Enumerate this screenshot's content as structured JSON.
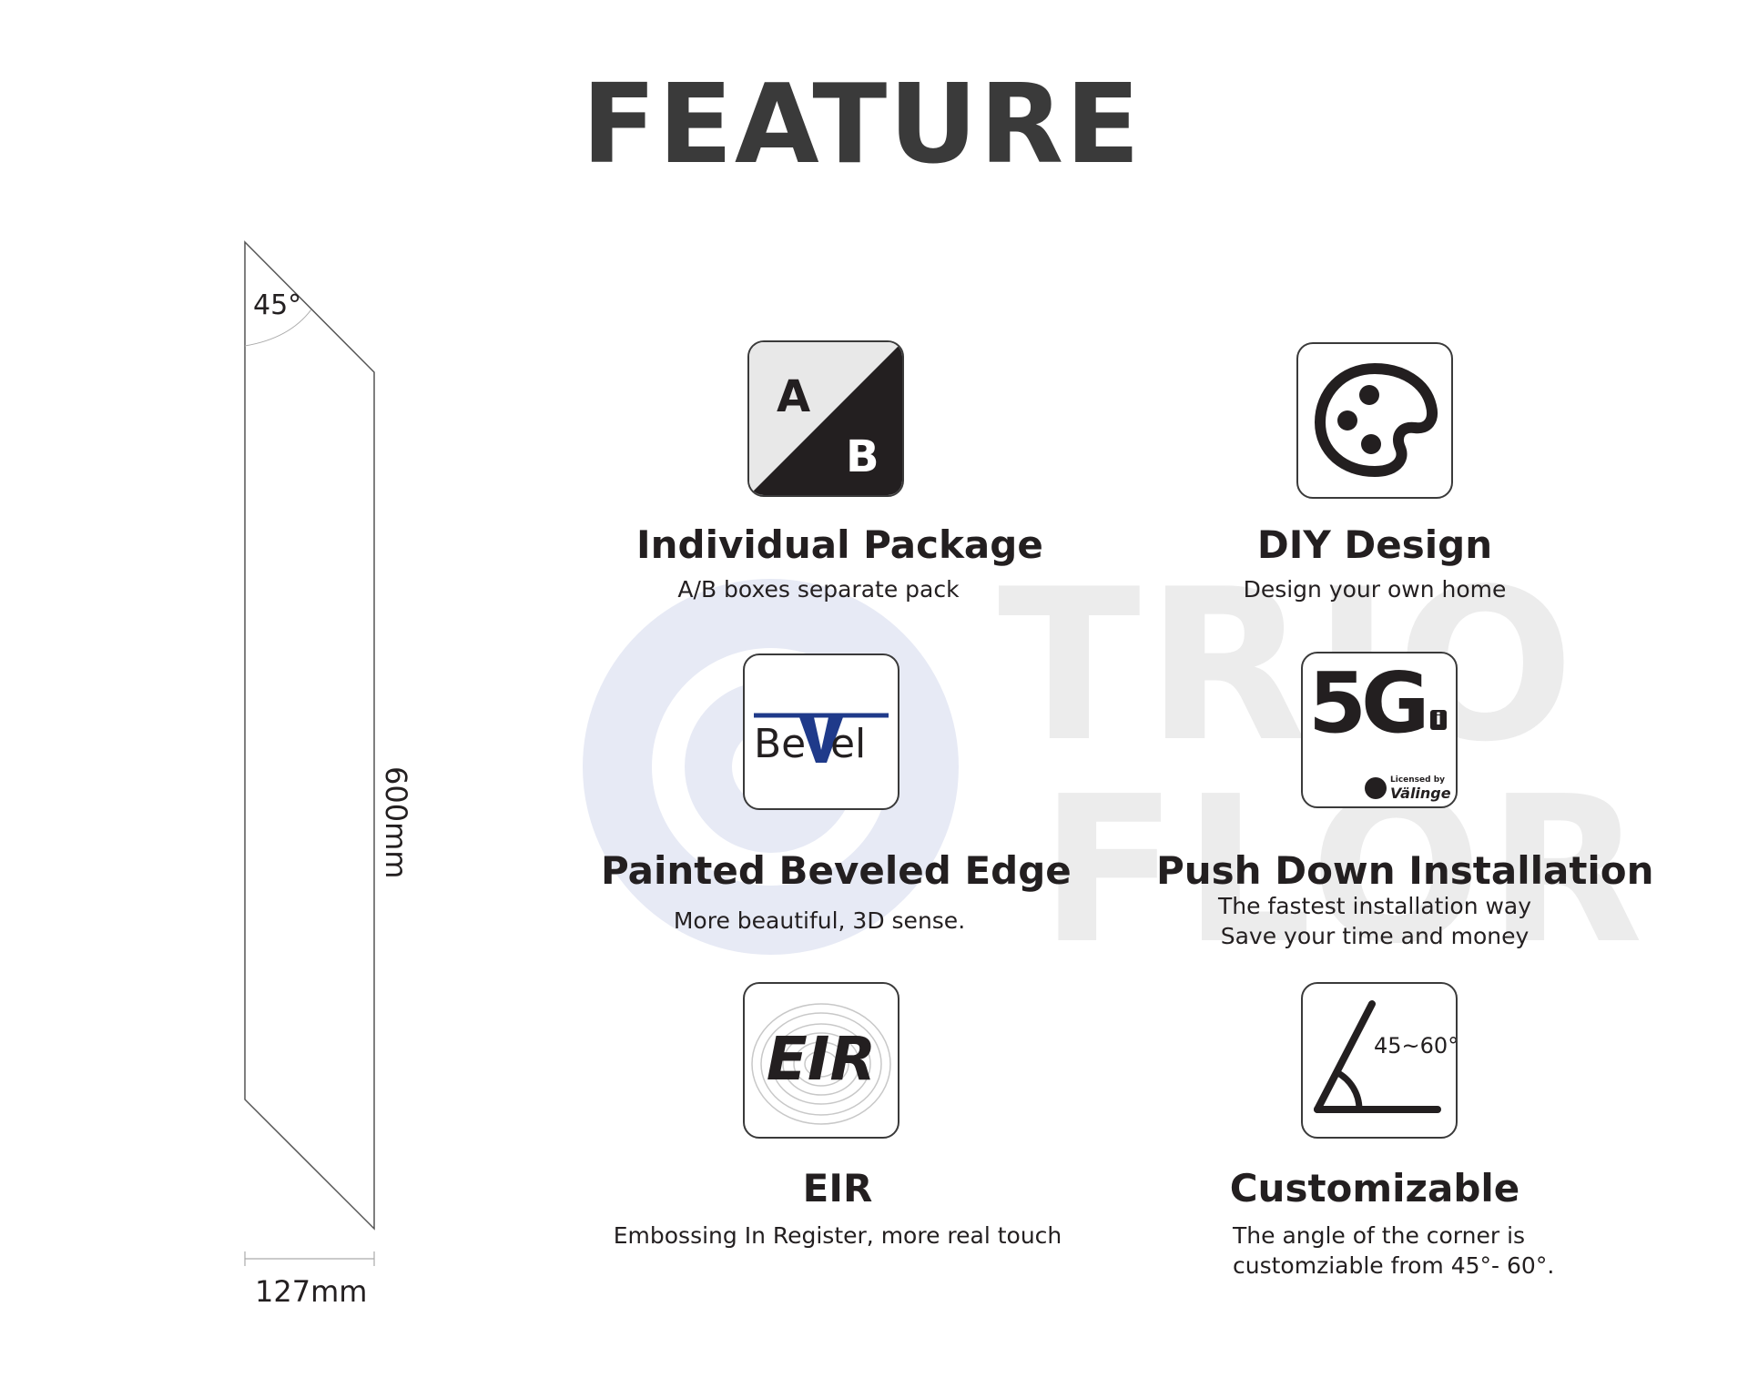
{
  "title": "FEATURE",
  "watermark": {
    "line1": "TRIO",
    "line2": "FLOR"
  },
  "diagram": {
    "angle_label": "45°",
    "length_label": "600mm",
    "width_label": "127mm"
  },
  "features": {
    "individual_package": {
      "icon": "ab-box-icon",
      "icon_letters": [
        "A",
        "B"
      ],
      "title": "Individual Package",
      "desc": "A/B  boxes separate pack"
    },
    "diy_design": {
      "icon": "palette-icon",
      "title": "DIY Design",
      "desc": "Design your own home"
    },
    "painted_beveled_edge": {
      "icon": "bevel-logo-icon",
      "icon_text": "BeVel",
      "title": "Painted Beveled Edge",
      "desc": "More beautiful, 3D sense."
    },
    "push_down_installation": {
      "icon": "5gi-logo-icon",
      "icon_text": "5G",
      "icon_sub": "i",
      "icon_small": "Licensed by",
      "icon_brand": "Välinge",
      "title": "Push Down Installation",
      "desc_lines": [
        "The fastest installation way",
        "Save your time and money"
      ]
    },
    "eir": {
      "icon": "eir-fingerprint-icon",
      "icon_text": "EIR",
      "title": "EIR",
      "desc": "Embossing In Register, more real touch"
    },
    "customizable": {
      "icon": "angle-icon",
      "icon_text": "45~60°",
      "title": "Customizable",
      "desc_lines": [
        "The angle of the corner is",
        "customziable from 45°- 60°."
      ]
    }
  },
  "colors": {
    "text": "#231f20",
    "title": "#3a3a3a",
    "bevel_blue": "#1f3a8a",
    "watermark_ring": "#e7eaf5",
    "watermark_text": "#ececec"
  }
}
